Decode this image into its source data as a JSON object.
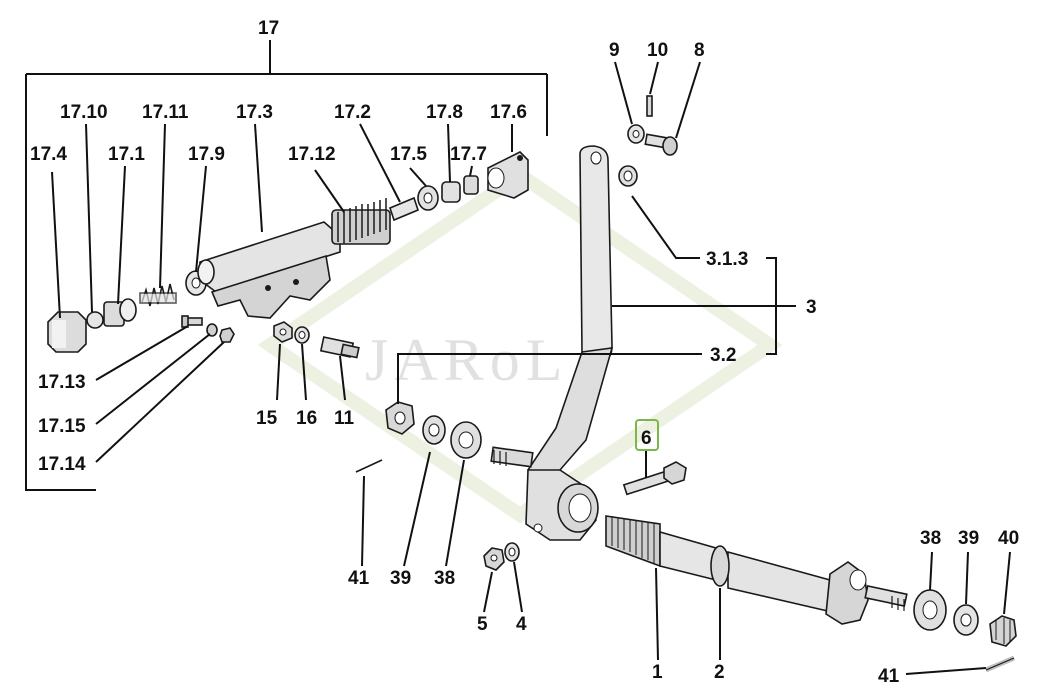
{
  "watermark": {
    "text": "JARoL",
    "color": "#c9c9c9"
  },
  "highlight_color": "#7ab648",
  "callouts": {
    "c17": "17",
    "c17_10": "17.10",
    "c17_11": "17.11",
    "c17_3": "17.3",
    "c17_2": "17.2",
    "c17_8": "17.8",
    "c17_6": "17.6",
    "c17_4": "17.4",
    "c17_1": "17.1",
    "c17_9": "17.9",
    "c17_12": "17.12",
    "c17_5": "17.5",
    "c17_7": "17.7",
    "c17_13": "17.13",
    "c17_15": "17.15",
    "c17_14": "17.14",
    "c9": "9",
    "c10": "10",
    "c8": "8",
    "c3_1_3": "3.1.3",
    "c3": "3",
    "c3_2": "3.2",
    "c15": "15",
    "c16": "16",
    "c11": "11",
    "c6": "6",
    "c41a": "41",
    "c39a": "39",
    "c38a": "38",
    "c5": "5",
    "c4": "4",
    "c38b": "38",
    "c39b": "39",
    "c40": "40",
    "c1": "1",
    "c2": "2",
    "c41b": "41"
  }
}
